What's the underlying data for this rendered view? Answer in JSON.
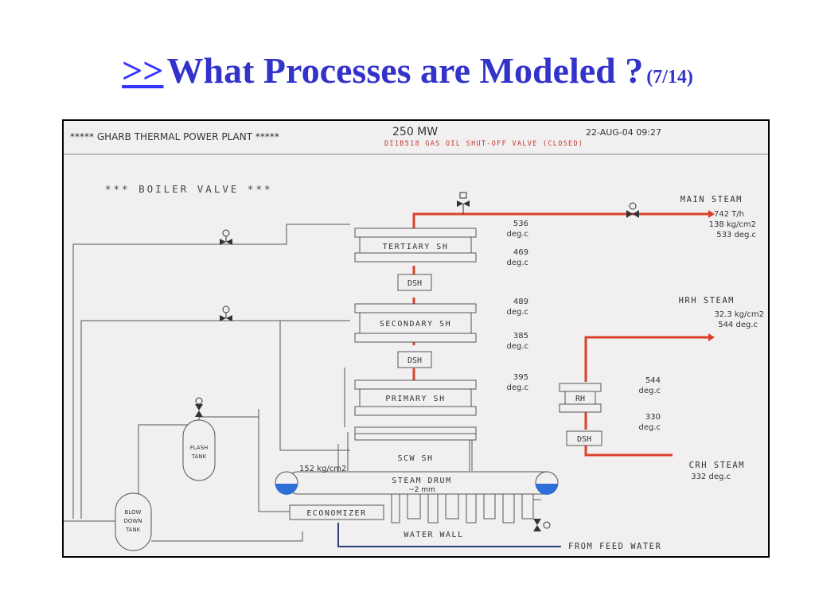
{
  "title": {
    "nav": ">>",
    "main": "What Processes are Modeled ?",
    "page": "(7/14)"
  },
  "header": {
    "plant": "***** GHARB THERMAL POWER PLANT *****",
    "mw": "250 MW",
    "datetime": "22-AUG-04 09:27",
    "alarm": "DI1B518 GAS OIL SHUT-OFF VALVE (CLOSED)"
  },
  "section": "*** BOILER VALVE ***",
  "components": {
    "tertiary": "TERTIARY SH",
    "dsh1": "DSH",
    "secondary": "SECONDARY SH",
    "dsh2": "DSH",
    "primary": "PRIMARY SH",
    "scw": "SCW SH",
    "drum": "STEAM DRUM",
    "drum_level": "~2 mm",
    "economizer": "ECONOMIZER",
    "waterwall": "WATER WALL",
    "rh": "RH",
    "dsh3": "DSH",
    "flash_tank": [
      "FLASH",
      "TANK"
    ],
    "blowdown": [
      "BLOW",
      "DOWN",
      "TANK"
    ]
  },
  "temps": {
    "t536": "536",
    "t469": "469",
    "t489": "489",
    "t385": "385",
    "t395": "395",
    "t544": "544",
    "t330": "330",
    "unit": "deg.c"
  },
  "drum_pressure": "152 kg/cm2",
  "main_steam": {
    "label": "MAIN STEAM",
    "flow": "742 T/h",
    "pressure": "138 kg/cm2",
    "temp": "533 deg.c"
  },
  "hrh_steam": {
    "label": "HRH STEAM",
    "pressure": "32.3 kg/cm2",
    "temp": "544 deg.c"
  },
  "crh_steam": {
    "label": "CRH STEAM",
    "temp": "332 deg.c"
  },
  "feed_water": "FROM FEED WATER",
  "colors": {
    "steam_line": "#d9412a",
    "water_line": "#2c3e7a",
    "title": "#3333cc",
    "alarm": "#c0392b"
  }
}
